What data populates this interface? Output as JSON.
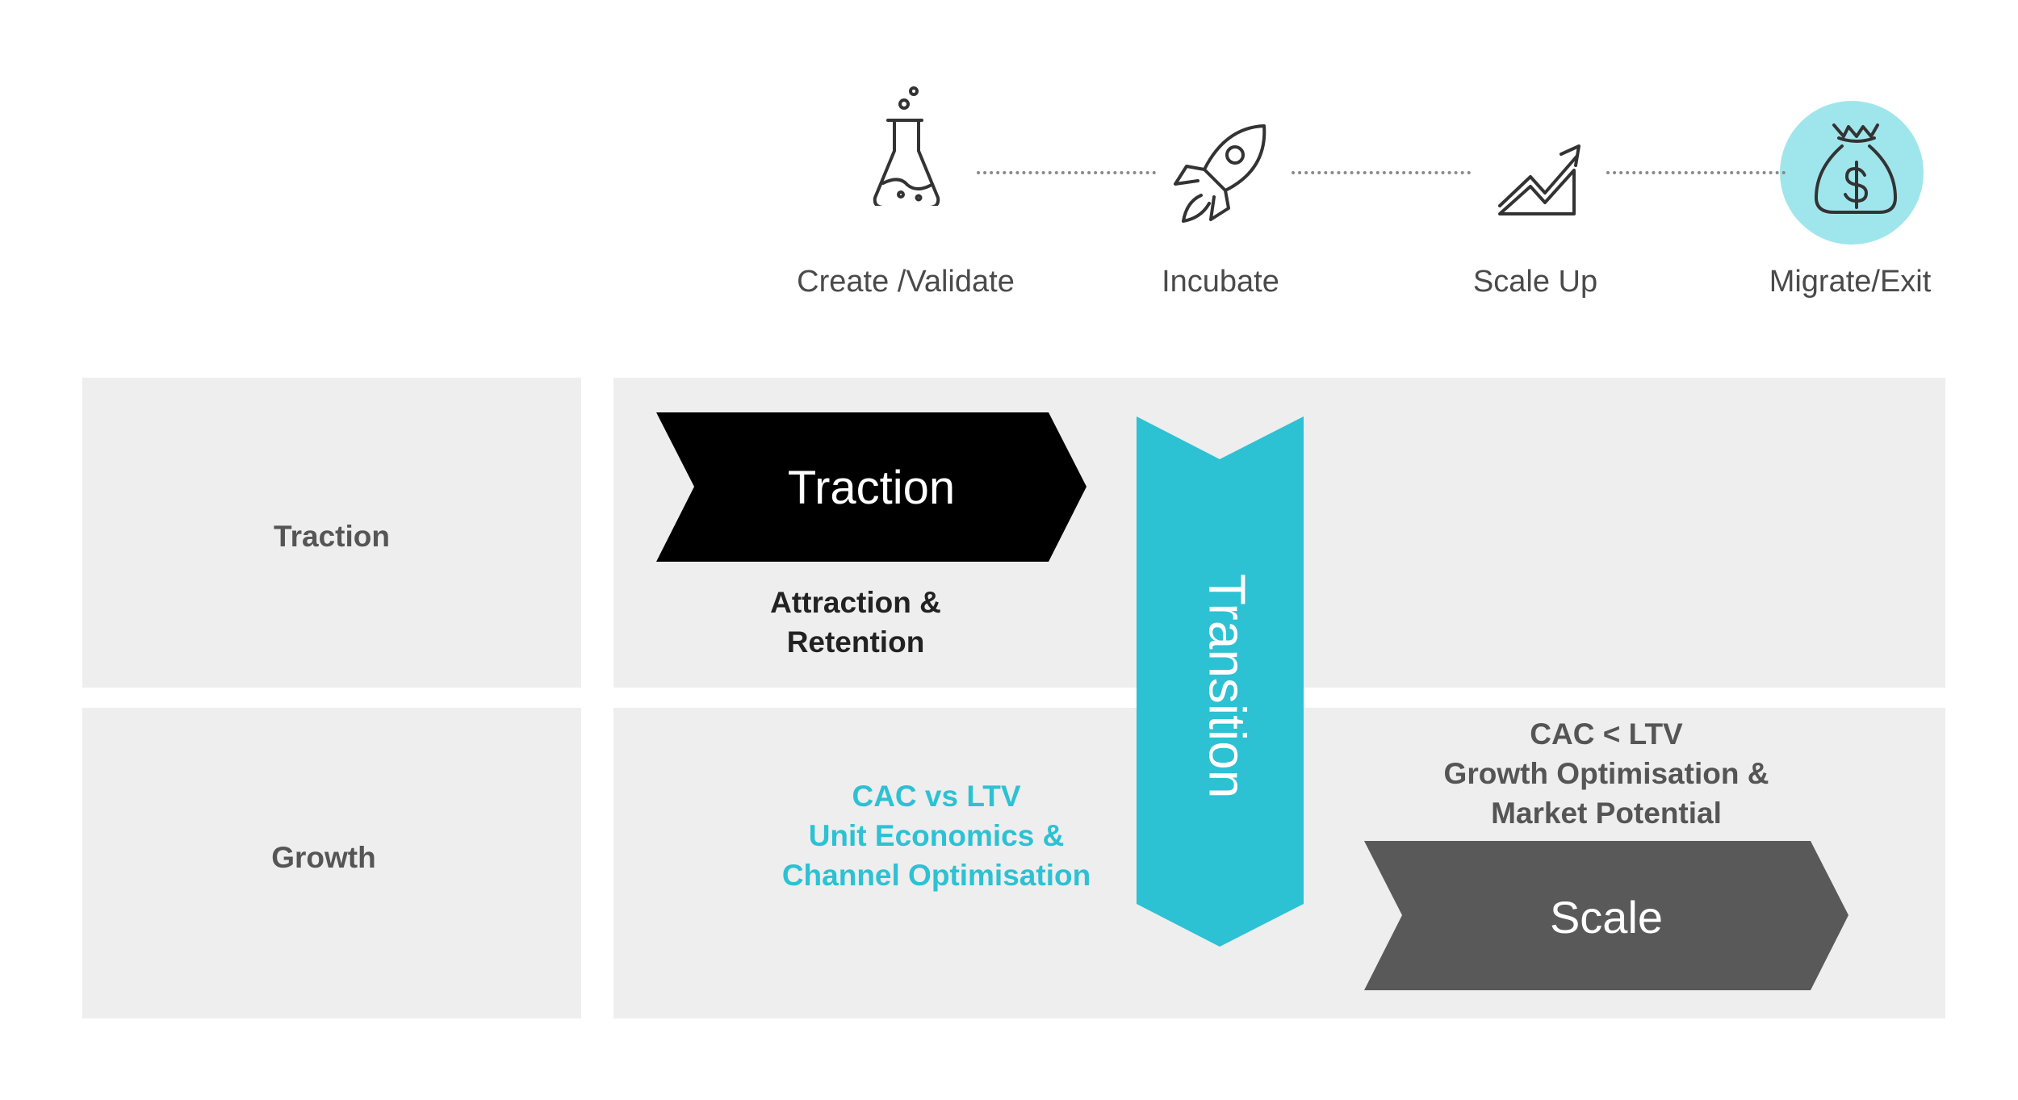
{
  "stages": [
    {
      "label": "Create /Validate",
      "icon": "flask-icon"
    },
    {
      "label": "Incubate",
      "icon": "rocket-icon"
    },
    {
      "label": "Scale Up",
      "icon": "growth-chart-icon"
    },
    {
      "label": "Migrate/Exit",
      "icon": "money-bag-icon"
    }
  ],
  "rows": [
    {
      "label": "Traction"
    },
    {
      "label": "Growth"
    }
  ],
  "traction_block": {
    "title": "Traction",
    "description": [
      "Attraction &",
      "Retention"
    ]
  },
  "transition_block": {
    "title": "Transition"
  },
  "growth_left": {
    "lines": [
      "CAC vs LTV",
      "Unit Economics &",
      "Channel Optimisation"
    ]
  },
  "scale_block": {
    "title": "Scale",
    "description": [
      "CAC < LTV",
      "Growth Optimisation &",
      "Market Potential"
    ]
  },
  "colors": {
    "accent": "#2dc1d4",
    "highlight": "#9fe6ec",
    "traction_chevron": "#000000",
    "scale_chevron": "#595959",
    "panel": "#eeeeee",
    "dark_text": "#222222",
    "muted_text": "#555555"
  }
}
